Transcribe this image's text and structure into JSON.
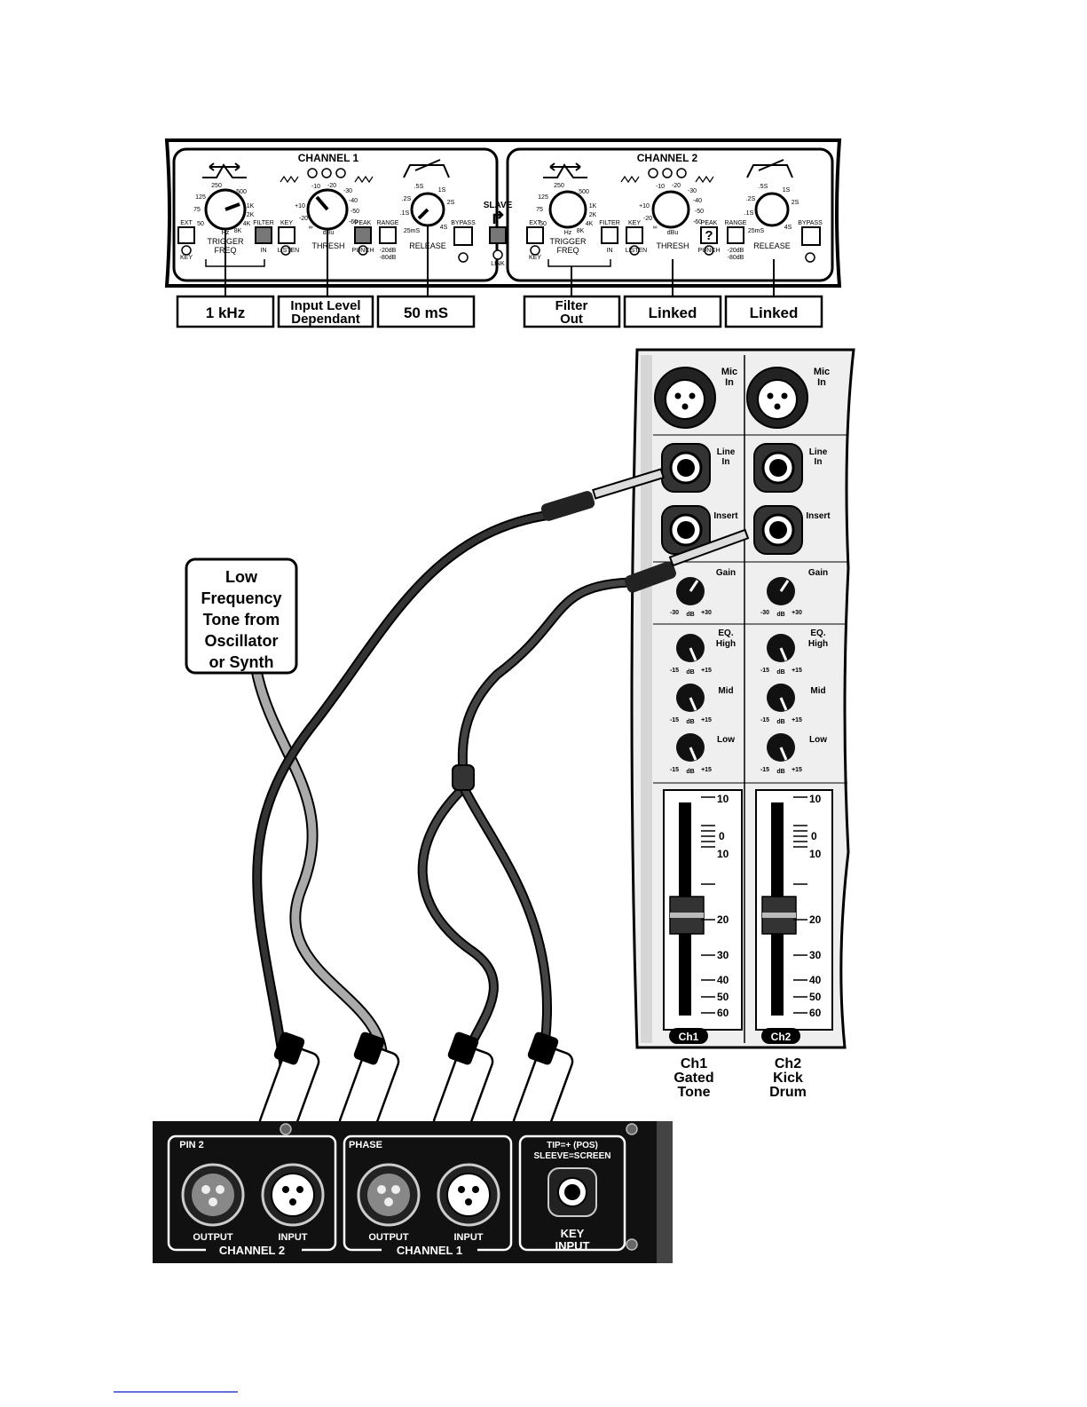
{
  "gate_panel": {
    "channel1": {
      "title": "CHANNEL 1",
      "ext_label": "EXT",
      "key_label": "KEY",
      "freq_scale": [
        "250",
        "500",
        "125",
        "1K",
        "75",
        "2K",
        "50",
        "4K",
        "Hz",
        "8K"
      ],
      "trigger_label": "TRIGGER",
      "freq_label": "FREQ",
      "filter_label": "FILTER",
      "in_label": "IN",
      "keyl_label": "KEY",
      "listen_label": "LISTEN",
      "thresh_scale": [
        "-10",
        "-20",
        "-30",
        "+10",
        "-40",
        "-50",
        "-20",
        "-60",
        "∞",
        "dBu"
      ],
      "thresh_label": "THRESH",
      "peak_label": "PEAK",
      "punch_label": "PUNCH",
      "range_label": "RANGE",
      "range_vals": [
        "-20dB",
        "-80dB"
      ],
      "release_scale": [
        ".5S",
        "1S",
        ".2S",
        "2S",
        ".1S",
        "25mS",
        "4S"
      ],
      "release_label": "RELEASE",
      "bypass_label": "BYPASS"
    },
    "channel2": {
      "title": "CHANNEL 2",
      "ext_label": "EXT",
      "key_label": "KEY",
      "trigger_label": "TRIGGER",
      "freq_label": "FREQ",
      "filter_label": "FILTER",
      "in_label": "IN",
      "keyl_label": "KEY",
      "listen_label": "LISTEN",
      "thresh_label": "THRESH",
      "peak_label": "PEAK",
      "peak_symbol": "?",
      "punch_label": "PUNCH",
      "range_label": "RANGE",
      "range_vals": [
        "-20dB",
        "-80dB"
      ],
      "release_label": "RELEASE",
      "bypass_label": "BYPASS"
    },
    "slave_label": "SLAVE",
    "link_label": "LINK"
  },
  "callouts": {
    "ch1_freq": "1 kHz",
    "ch1_thresh_line1": "Input Level",
    "ch1_thresh_line2": "Dependant",
    "ch1_release": "50 mS",
    "ch2_filter_line1": "Filter",
    "ch2_filter_line2": "Out",
    "ch2_thresh": "Linked",
    "ch2_release": "Linked"
  },
  "source_note": {
    "line1": "Low",
    "line2": "Frequency",
    "line3": "Tone from",
    "line4": "Oscillator",
    "line5": "or Synth"
  },
  "mixer": {
    "mic_in_line1": "Mic",
    "mic_in_line2": "In",
    "line_in_line1": "Line",
    "line_in_line2": "In",
    "insert_label": "Insert",
    "gain_label": "Gain",
    "gain_scale": [
      "-30",
      "dB",
      "+30"
    ],
    "eq_label": "EQ.",
    "high_label": "High",
    "mid_label": "Mid",
    "low_label": "Low",
    "eq_scale": [
      "-15",
      "dB",
      "+15"
    ],
    "fader_scale": [
      "10",
      "0",
      "10",
      "20",
      "30",
      "40",
      "50",
      "60"
    ],
    "ch1_badge": "Ch1",
    "ch2_badge": "Ch2"
  },
  "channel_notes": {
    "ch1_line1": "Ch1",
    "ch1_line2": "Gated",
    "ch1_line3": "Tone",
    "ch2_line1": "Ch2",
    "ch2_line2": "Kick",
    "ch2_line3": "Drum"
  },
  "rear_panel": {
    "pin2_label": "PIN 2",
    "phase_label_2": "PHASE",
    "output_label": "OUTPUT",
    "input_label": "INPUT",
    "channel2_label": "CHANNEL 2",
    "channel1_label": "CHANNEL 1",
    "tip_label": "TIP=+ (POS)",
    "sleeve_label": "SLEEVE=SCREEN",
    "key_line1": "KEY",
    "key_line2": "INPUT"
  }
}
